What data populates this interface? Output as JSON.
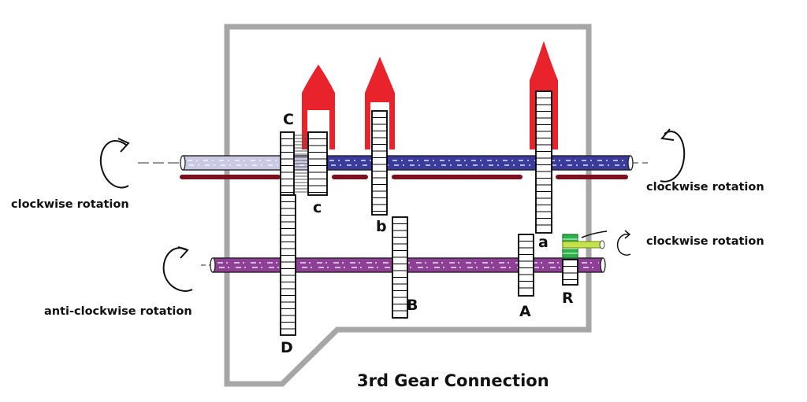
{
  "title": "3rd Gear Connection",
  "gear_labels": {
    "C": "C",
    "c": "c",
    "b": "b",
    "a": "a",
    "D": "D",
    "B": "B",
    "A": "A",
    "R": "R"
  },
  "rotation_labels": {
    "main_left": "clockwise rotation",
    "main_right": "clockwise rotation",
    "counter_left": "anti-clockwise rotation",
    "reverse": "clockwise rotation"
  },
  "colors": {
    "housing": "#a6a6a6",
    "selector_fork": "#e8232b",
    "main_shaft": "#3b3b9e",
    "main_shaft_left": "#c9c9e6",
    "lay_bar": "#7d1020",
    "counter_shaft": "#8e3f96",
    "idler_gear": "#2bb34a",
    "idler_shaft": "#c6e24a",
    "gear_outline": "#000000"
  },
  "icons": [
    "rotation-arrow-icon"
  ]
}
